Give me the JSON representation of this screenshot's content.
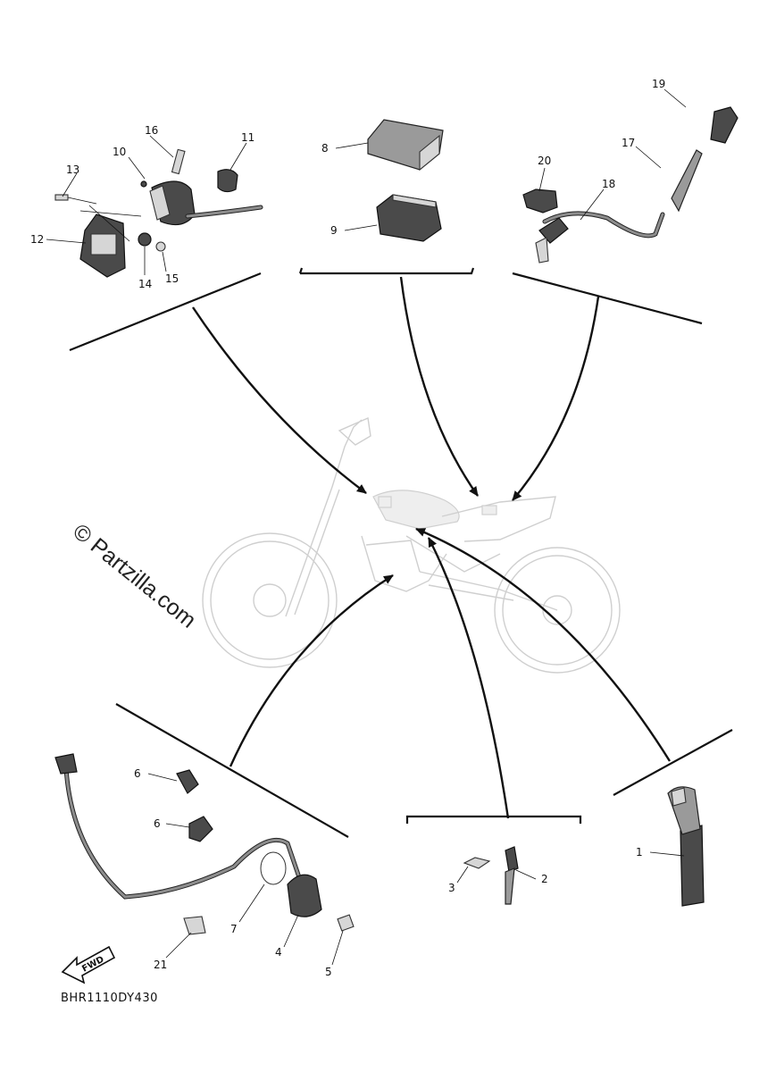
{
  "diagram": {
    "watermark": "© Partzilla.com",
    "code": "BHR1110DY430",
    "fwd_label": "FWD",
    "callouts": {
      "c1": "1",
      "c2": "2",
      "c3": "3",
      "c4": "4",
      "c5": "5",
      "c6a": "6",
      "c6b": "6",
      "c7": "7",
      "c8": "8",
      "c9": "9",
      "c10": "10",
      "c11": "11",
      "c12": "12",
      "c13": "13",
      "c14": "14",
      "c15": "15",
      "c16": "16",
      "c17": "17",
      "c18": "18",
      "c19": "19",
      "c20": "20",
      "c21": "21"
    }
  }
}
